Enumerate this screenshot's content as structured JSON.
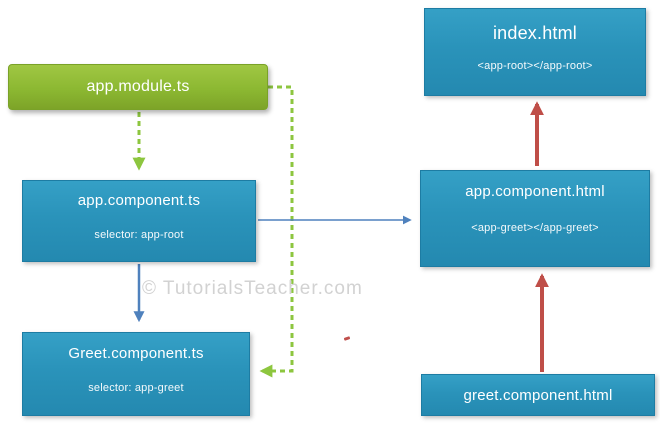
{
  "watermark": "© TutorialsTeacher.com",
  "nodes": {
    "app_module": {
      "label": "app.module.ts"
    },
    "app_component_ts": {
      "label": "app.component.ts",
      "sublabel": "selector: app-root"
    },
    "greet_component_ts": {
      "label": "Greet.component.ts",
      "sublabel": "selector: app-greet"
    },
    "index_html": {
      "label": "index.html",
      "sublabel": "<app-root></app-root>"
    },
    "app_component_html": {
      "label": "app.component.html",
      "sublabel": "<app-greet></app-greet>"
    },
    "greet_component_html": {
      "label": "greet.component.html"
    }
  },
  "colors": {
    "node_teal": "#2a93ba",
    "node_green": "#8cb832",
    "arrow_green": "#8dc63f",
    "arrow_blue": "#4f81bd",
    "arrow_red": "#bf4e48",
    "watermark_gray": "#d2d2d2"
  }
}
